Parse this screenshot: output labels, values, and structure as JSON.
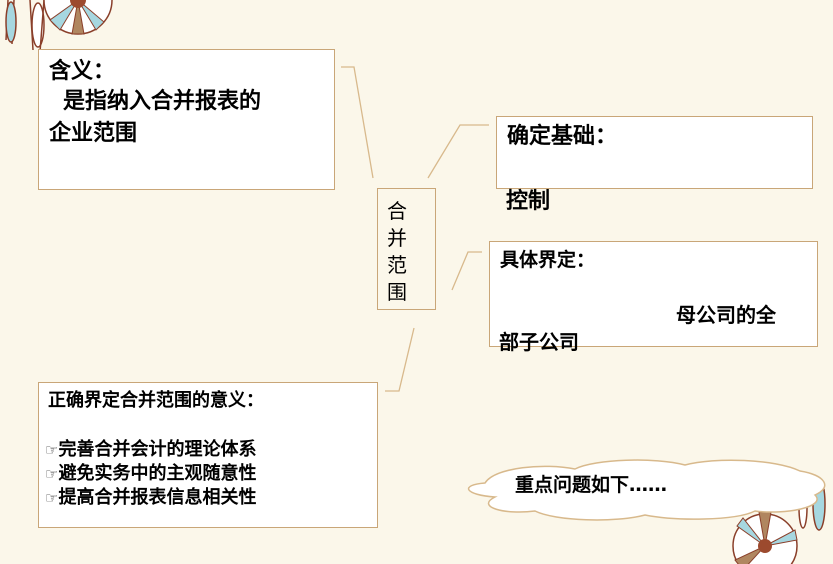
{
  "slide": {
    "background_color": "#fbf7ea",
    "border_color": "#c9a678",
    "center_node": {
      "chars": [
        "合",
        "并",
        "范",
        "围"
      ]
    },
    "meaning_box": {
      "title": "含义：",
      "line1": "是指纳入合并报表的",
      "line2": "企业范围"
    },
    "basis_box": {
      "title": "确定基础：",
      "value": "控制"
    },
    "definition_box": {
      "title": "具体界定：",
      "line1": "母公司的全",
      "line2": "部子公司"
    },
    "significance_box": {
      "title": "正确界定合并范围的意义：",
      "bullet_icon": "☞",
      "items": [
        "完善合并会计的理论体系",
        "避免实务中的主观随意性",
        "提高合并报表信息相关性"
      ]
    },
    "cloud_callout": {
      "text": "重点问题如下……"
    }
  }
}
